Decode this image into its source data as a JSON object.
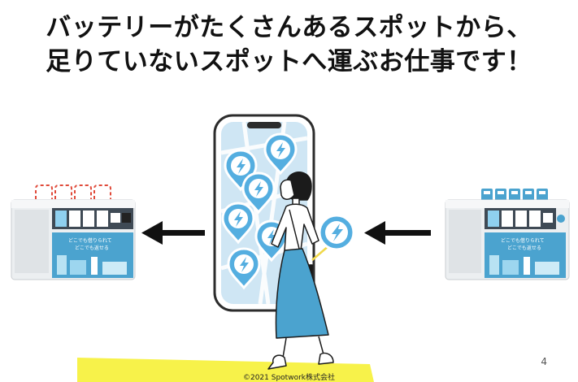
{
  "headline": {
    "line1": "バッテリーがたくさんあるスポットから、",
    "line2": "足りていないスポットへ運ぶお仕事です！"
  },
  "machines": {
    "banner_line1": "どこでも借りられて",
    "banner_line2": "どこでも返せる"
  },
  "page_number": "4",
  "copyright": "©2021 Spotwork株式会社",
  "colors": {
    "accent_blue": "#4ba3cf",
    "pin_blue": "#54aee0",
    "highlight_yellow": "#f7f24a",
    "alert_red": "#e04a3a",
    "arrow_black": "#111111"
  },
  "icons": [
    "lightning-pin-icon",
    "arrow-left-icon",
    "battery-icon"
  ]
}
